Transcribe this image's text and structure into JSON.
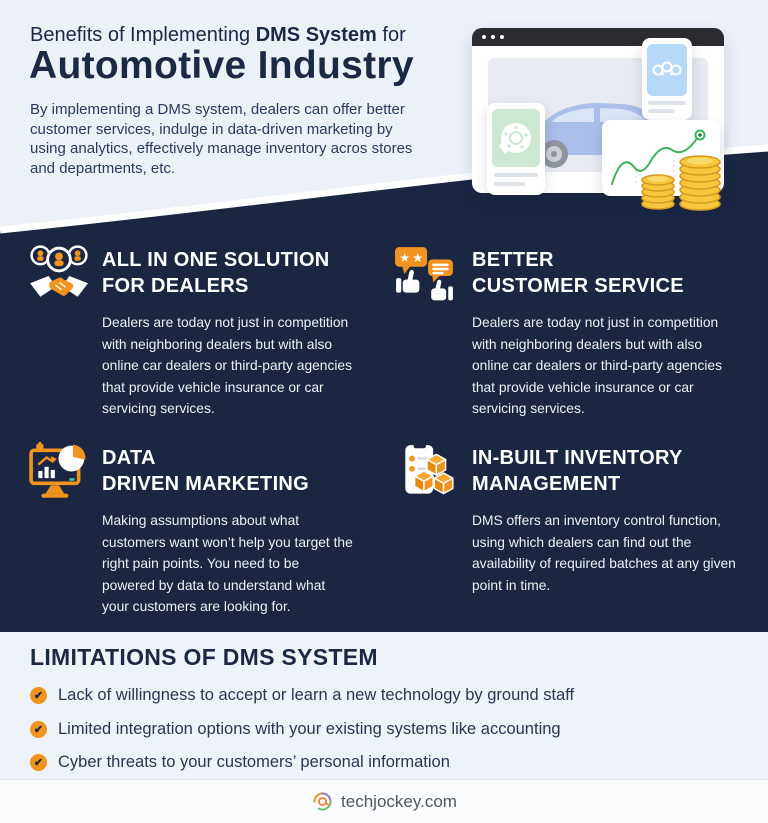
{
  "theme": {
    "navy": "#1a2642",
    "light_bg": "#ecf1f8",
    "accent_orange": "#f0941f",
    "title_navy": "#1c2945",
    "coin_gold": "#f6c73c",
    "chart_green": "#3bb45c"
  },
  "header": {
    "title_prefix": "Benefits of Implementing ",
    "title_bold": "DMS System",
    "title_suffix": " for",
    "title_main": "Automotive Industry",
    "description": "By implementing a DMS system, dealers can offer better customer services, indulge in data-driven marketing by using analytics, effectively manage inventory acros stores and departments, etc."
  },
  "benefits": [
    {
      "icon": "handshake-team-icon",
      "title_line1": "ALL IN ONE SOLUTION",
      "title_line2": "FOR DEALERS",
      "body": "Dealers are today not just in competition with neighboring dealers but with also online car dealers or third-party agencies that provide vehicle insurance or car servicing services."
    },
    {
      "icon": "thumbs-up-feedback-icon",
      "title_line1": "BETTER",
      "title_line2": "CUSTOMER SERVICE",
      "body": "Dealers are today not just in competition with neighboring dealers but with also online car dealers or third-party agencies that provide vehicle insurance or car servicing services."
    },
    {
      "icon": "analytics-monitor-icon",
      "title_line1": "DATA",
      "title_line2": "DRIVEN MARKETING",
      "body": "Making assumptions about what customers want won’t help you target the right pain points. You need to be powered by data to understand what your customers are looking for."
    },
    {
      "icon": "inventory-boxes-icon",
      "title_line1": "IN-BUILT INVENTORY",
      "title_line2": "MANAGEMENT",
      "body": "DMS offers an inventory control function, using which dealers can find out the availability of required batches at any given point in time."
    }
  ],
  "limitations": {
    "title": "LIMITATIONS OF DMS SYSTEM",
    "items": [
      "Lack of willingness to accept or learn a new technology by ground staff",
      "Limited integration options with your existing systems like accounting",
      "Cyber threats to your customers’ personal information"
    ],
    "bullet_icon": "check-badge-icon"
  },
  "footer": {
    "brand": "techjockey.com",
    "logo_icon": "techjockey-swirl-icon"
  }
}
